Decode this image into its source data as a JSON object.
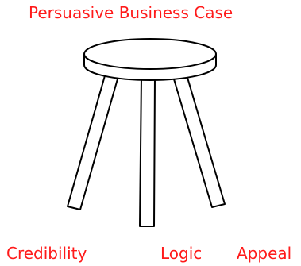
{
  "title": "Persuasive Business Case",
  "legs": {
    "left": "Credibility",
    "center": "Logic",
    "right": "Appeal"
  },
  "colors": {
    "label": "#ff1a1a",
    "stroke": "#000000"
  }
}
